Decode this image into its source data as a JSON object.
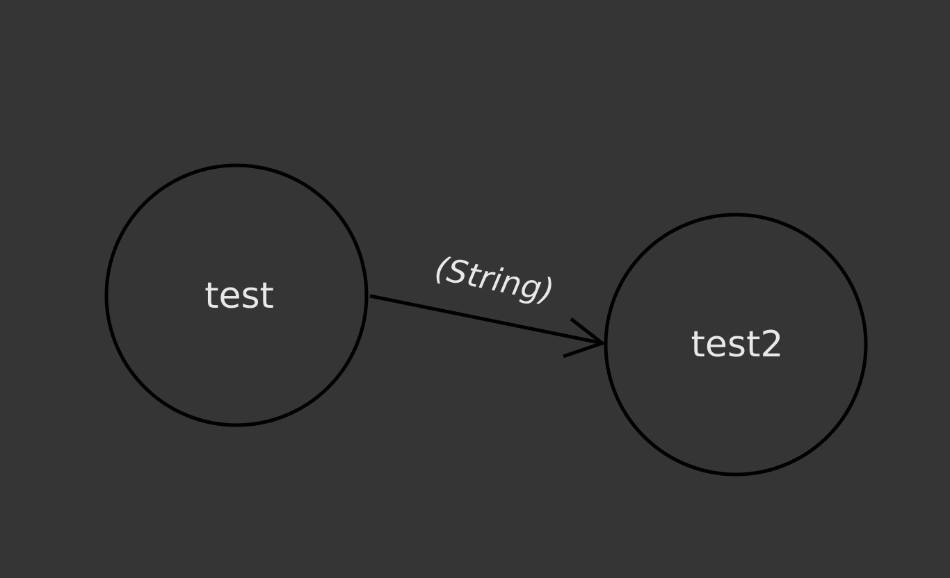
{
  "diagram": {
    "nodes": [
      {
        "id": "test",
        "label": "test"
      },
      {
        "id": "test2",
        "label": "test2"
      }
    ],
    "edges": [
      {
        "from": "test",
        "to": "test2",
        "label": "(String)"
      }
    ]
  },
  "colors": {
    "background": "#353535",
    "stroke": "#000000",
    "text": "#e8e8e8"
  }
}
